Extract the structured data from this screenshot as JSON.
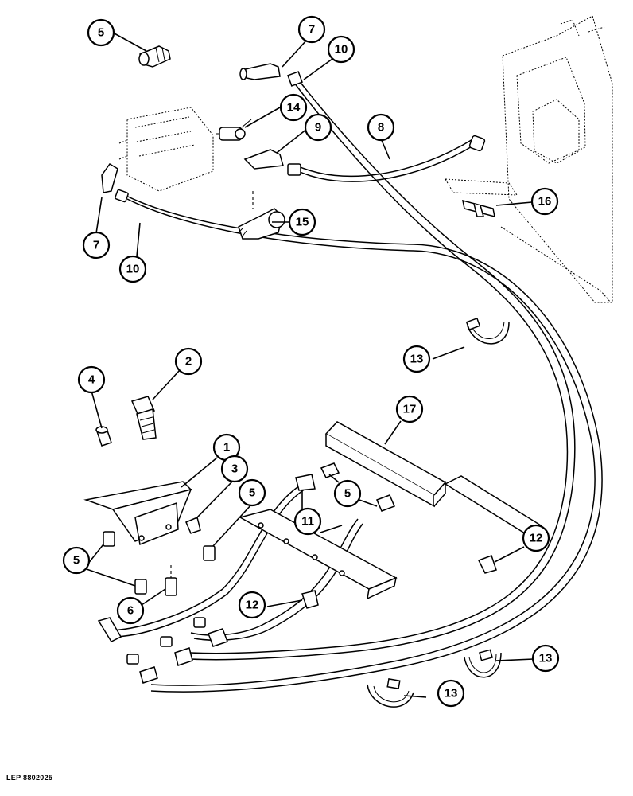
{
  "diagram": {
    "reference_code": "LEP 8802025",
    "callouts": [
      {
        "id": "c5a",
        "label": "5"
      },
      {
        "id": "c7a",
        "label": "7"
      },
      {
        "id": "c10a",
        "label": "10"
      },
      {
        "id": "c14",
        "label": "14"
      },
      {
        "id": "c9",
        "label": "9"
      },
      {
        "id": "c8",
        "label": "8"
      },
      {
        "id": "c16",
        "label": "16"
      },
      {
        "id": "c15",
        "label": "15"
      },
      {
        "id": "c7b",
        "label": "7"
      },
      {
        "id": "c10b",
        "label": "10"
      },
      {
        "id": "c13a",
        "label": "13"
      },
      {
        "id": "c2",
        "label": "2"
      },
      {
        "id": "c4",
        "label": "4"
      },
      {
        "id": "c17",
        "label": "17"
      },
      {
        "id": "c1",
        "label": "1"
      },
      {
        "id": "c3",
        "label": "3"
      },
      {
        "id": "c5b",
        "label": "5"
      },
      {
        "id": "c5c",
        "label": "5"
      },
      {
        "id": "c11",
        "label": "11"
      },
      {
        "id": "c5d",
        "label": "5"
      },
      {
        "id": "c6",
        "label": "6"
      },
      {
        "id": "c12a",
        "label": "12"
      },
      {
        "id": "c12b",
        "label": "12"
      },
      {
        "id": "c13b",
        "label": "13"
      },
      {
        "id": "c13c",
        "label": "13"
      }
    ]
  }
}
